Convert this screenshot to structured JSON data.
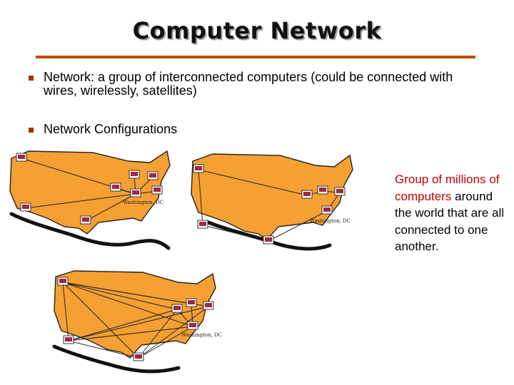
{
  "title": "Computer Network",
  "bullets": [
    {
      "text": "Network:  a group of interconnected computers (could be connected with wires, wirelessly, satellites)"
    },
    {
      "text": "Network Configurations"
    }
  ],
  "maps": [
    {
      "city_label": "Washington, DC"
    },
    {
      "city_label": "Washington, DC"
    },
    {
      "city_label": "Washington, DC"
    }
  ],
  "side_note": {
    "highlight": "Group of millions of computers",
    "rest": "around the world that are all connected to one another."
  },
  "colors": {
    "accent_rule": "#c24a00",
    "bullet": "#a33000",
    "map_fill": "#f5a033",
    "highlight_text": "#c00000"
  }
}
